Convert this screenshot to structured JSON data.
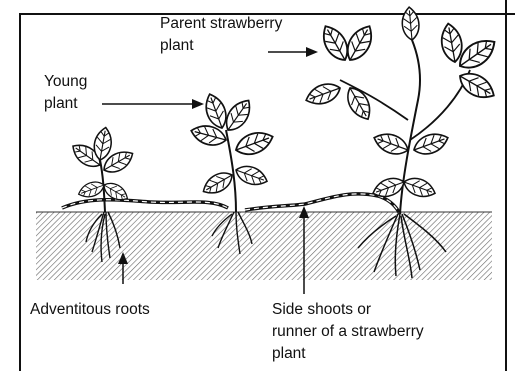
{
  "labels": {
    "parent_line1": "Parent strawberry",
    "parent_line2": "plant",
    "young_line1": "Young",
    "young_line2": "plant",
    "roots": "Adventitous roots",
    "runner_line1": "Side shoots or",
    "runner_line2": "runner of a strawberry",
    "runner_line3": "plant"
  },
  "colors": {
    "ink": "#111111",
    "soil_hatch": "#555555",
    "background": "#ffffff"
  }
}
